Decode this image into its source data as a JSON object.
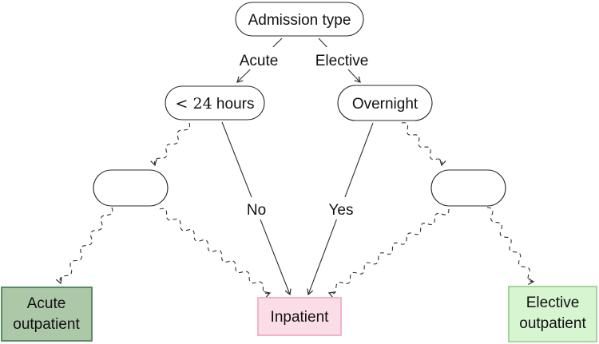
{
  "diagram": {
    "line_color": "#2f2f2f",
    "nodes": {
      "admission_type": {
        "label": "Admission type"
      },
      "less_than_24_hours": {
        "label_math": "< 24",
        "label_rest": " hours"
      },
      "overnight": {
        "label": "Overnight"
      },
      "hidden_left": {
        "label": ""
      },
      "hidden_right": {
        "label": ""
      }
    },
    "edge_labels": {
      "acute": "Acute",
      "elective": "Elective",
      "no": "No",
      "yes": "Yes"
    },
    "leaves": {
      "acute_outpatient": {
        "line1": "Acute",
        "line2": "outpatient",
        "fill": "#adc7a9",
        "border": "#5a8a61"
      },
      "inpatient": {
        "label": "Inpatient",
        "fill": "#fbdde8",
        "border": "#f2b4c8"
      },
      "elective_outpatient": {
        "line1": "Elective",
        "line2": "outpatient",
        "fill": "#d6f5d0",
        "border": "#9fd89a"
      }
    }
  }
}
